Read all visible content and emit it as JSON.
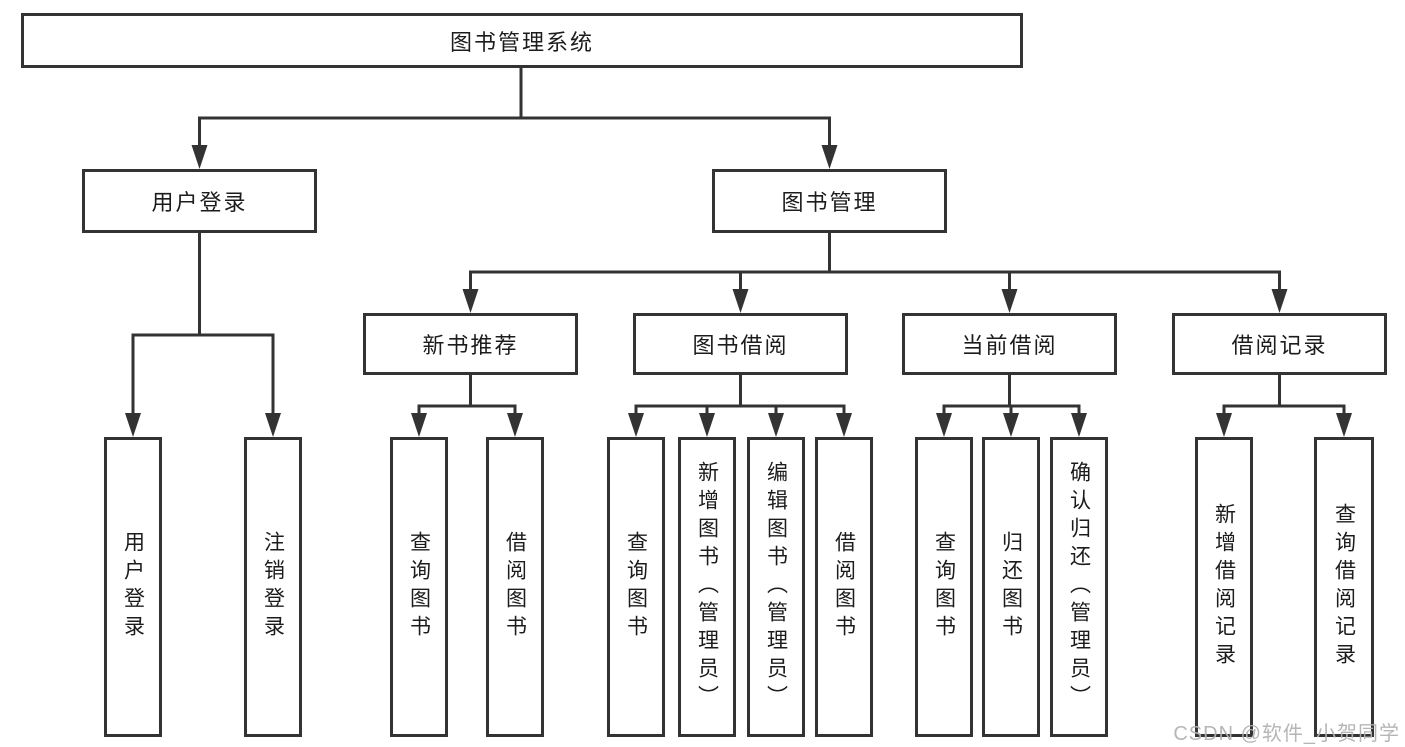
{
  "tree": {
    "label": "图书管理系统",
    "children": [
      {
        "label": "用户登录",
        "children": [
          {
            "label": "用户登录"
          },
          {
            "label": "注销登录"
          }
        ]
      },
      {
        "label": "图书管理",
        "children": [
          {
            "label": "新书推荐",
            "children": [
              {
                "label": "查询图书"
              },
              {
                "label": "借阅图书"
              }
            ]
          },
          {
            "label": "图书借阅",
            "children": [
              {
                "label": "查询图书"
              },
              {
                "label": "新增图书（管理员）"
              },
              {
                "label": "编辑图书（管理员）"
              },
              {
                "label": "借阅图书"
              }
            ]
          },
          {
            "label": "当前借阅",
            "children": [
              {
                "label": "查询图书"
              },
              {
                "label": "归还图书"
              },
              {
                "label": "确认归还（管理员）"
              }
            ]
          },
          {
            "label": "借阅记录",
            "children": [
              {
                "label": "新增借阅记录"
              },
              {
                "label": "查询借阅记录"
              }
            ]
          }
        ]
      }
    ]
  },
  "watermark": {
    "text": "CSDN @软件_小贺同学"
  },
  "colors": {
    "line": "#333333",
    "box_border": "#333333",
    "text": "#1c1c1c",
    "watermark": "#b2b2b2",
    "background": "#ffffff"
  }
}
